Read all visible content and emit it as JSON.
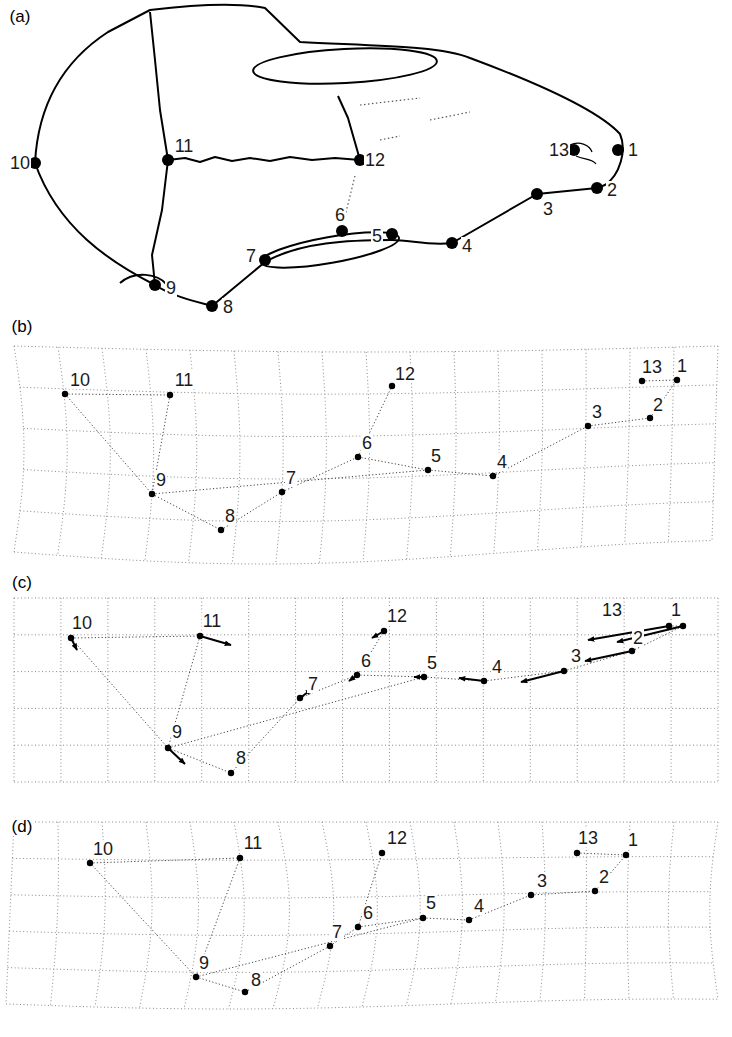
{
  "diagram": {
    "labels": [
      "(a)",
      "1",
      "2",
      "3",
      "4",
      "5",
      "6",
      "7",
      "8",
      "9",
      "10",
      "11",
      "12",
      "13",
      "(b)",
      "1",
      "2",
      "3",
      "4",
      "5",
      "6",
      "7",
      "8",
      "9",
      "10",
      "11",
      "12",
      "13",
      "(c)",
      "1",
      "2",
      "3",
      "4",
      "5",
      "6",
      "7",
      "8",
      "9",
      "10",
      "11",
      "12",
      "13",
      "(d)",
      "1",
      "2",
      "3",
      "4",
      "5",
      "6",
      "7",
      "8",
      "9",
      "10",
      "11",
      "12",
      "13"
    ]
  }
}
